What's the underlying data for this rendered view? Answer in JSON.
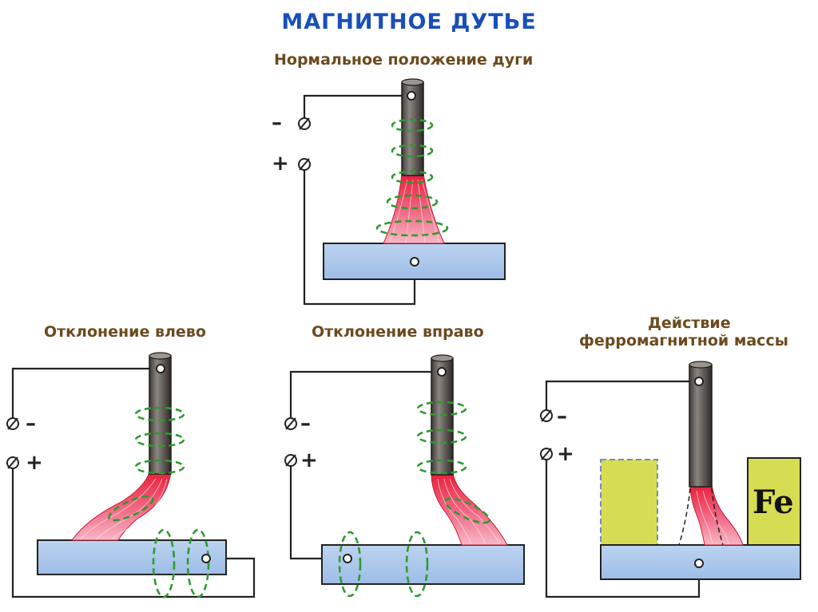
{
  "title": "МАГНИТНОЕ ДУТЬЕ",
  "panels": {
    "normal": {
      "label": "Нормальное положение дуги"
    },
    "left": {
      "label": "Отклонение влево"
    },
    "right": {
      "label": "Отклонение вправо"
    },
    "ferro": {
      "label_line1": "Действие",
      "label_line2": "ферромагнитной массы",
      "fe_label": "Fe"
    }
  },
  "terminals": {
    "minus": "–",
    "plus": "+"
  },
  "colors": {
    "title": "#1a4fb8",
    "label": "#6b4a1e",
    "electrode": "#5a5450",
    "plate": "#a9c6ea",
    "arc": "#e8203c",
    "field_ring": "#2f9a2f",
    "ferro_block": "#d7dd52"
  }
}
